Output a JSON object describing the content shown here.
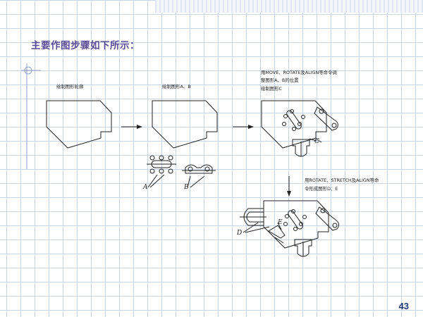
{
  "slide": {
    "title": "主要作图步骤如下所示：",
    "page_number": "43"
  },
  "steps": {
    "step1_label": "绘制图形轮廓",
    "step2_label": "绘制图形A、B",
    "step3_label_line1": "用MOVE、ROTATE及ALIGN等命令调",
    "step3_label_line2": "整图形A、B的位置",
    "step3_label_line3": "绘制图形C",
    "step4_label_line1": "用ROTATE、STRETCH及ALIGN等命",
    "step4_label_line2": "令形成图形D、E"
  },
  "callouts": {
    "a": "A",
    "b": "B",
    "c": "C",
    "d": "D",
    "e": "E"
  }
}
